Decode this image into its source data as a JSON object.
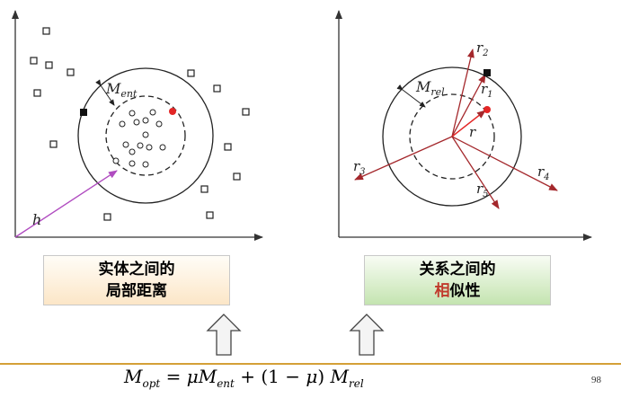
{
  "labels": {
    "m_ent": "M",
    "m_ent_sub": "ent",
    "h": "h",
    "m_rel": "M",
    "m_rel_sub": "rel",
    "r": "r",
    "r1": "r",
    "r1_sub": "1",
    "r2": "r",
    "r2_sub": "2",
    "r3": "r",
    "r3_sub": "3",
    "r4": "r",
    "r4_sub": "4",
    "r5": "r",
    "r5_sub": "5"
  },
  "boxes": {
    "entity": {
      "line1": "实体之间的",
      "line2": "局部距离"
    },
    "relation": {
      "line1": "关系之间的",
      "line2_accent": "相",
      "line2_rest": "似性"
    }
  },
  "formula": {
    "lhs": "M",
    "lhs_sub": "opt",
    "eq": " = ",
    "mu1": "μ",
    "m1": "M",
    "m1_sub": "ent",
    "plus": " + (1 − ",
    "mu2": "μ",
    "close": ") ",
    "m2": "M",
    "m2_sub": "rel"
  },
  "page_number": "98",
  "colors": {
    "arrow_purple": "#b04cc0",
    "arrow_red": "#a4282c",
    "point_red": "#e32626",
    "divider": "#d4a037"
  }
}
